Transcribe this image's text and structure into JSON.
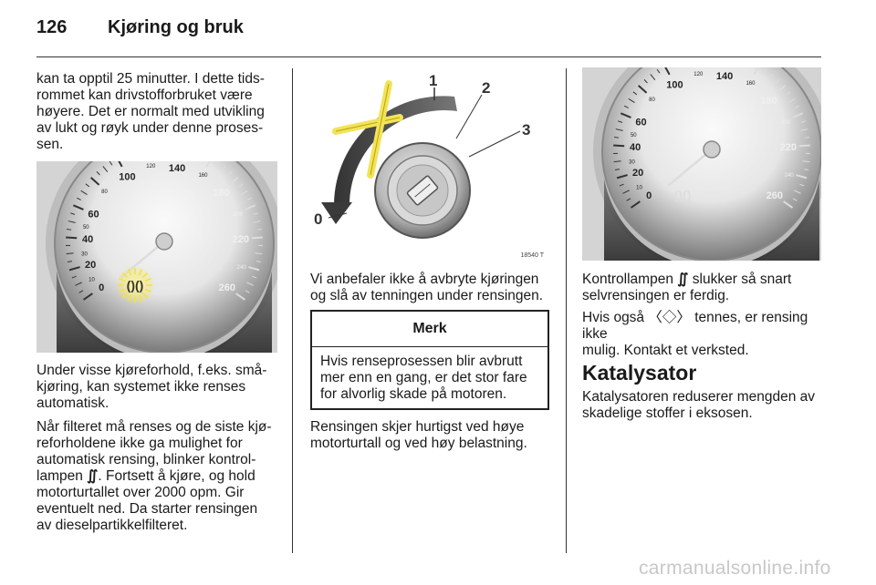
{
  "header": {
    "page_number": "126",
    "title": "Kjøring og bruk"
  },
  "col1": {
    "p1_lines": [
      "kan ta opptil 25 minutter. I dette tids-",
      "rommet kan drivstofforbruket være",
      "høyere. Det er normalt med utvikling",
      "av lukt og røyk under denne proses-",
      "sen."
    ],
    "fig1_id": "18537 T",
    "p2_lines": [
      "Under visse kjøreforhold, f.eks. små-",
      "kjøring, kan systemet ikke renses",
      "automatisk."
    ],
    "p3_lines": [
      "Når filteret må renses og de siste kjø-",
      "reforholdene ikke ga mulighet for",
      "automatisk rensing, blinker kontrol-"
    ],
    "p3_line4_pre": "lampen ",
    "p3_line4_post": ". Fortsett å kjøre, og hold",
    "p3_lines_end": [
      "motorturtallet over 2000 opm. Gir",
      "eventuelt ned. Da starter rensingen",
      "av dieselpartikkelfilteret."
    ]
  },
  "col2": {
    "fig2_id": "18540 T",
    "fig2_labels": {
      "l0": "0",
      "l1": "1",
      "l2": "2",
      "l3": "3"
    },
    "p1_lines": [
      "Vi anbefaler ikke å avbryte kjøringen",
      "og slå av tenningen under rensingen."
    ],
    "note_title": "Merk",
    "note_lines": [
      "Hvis renseprosessen blir avbrutt",
      "mer enn en gang, er det stor fare",
      "for alvorlig skade på motoren."
    ],
    "p2_lines": [
      "Rensingen skjer hurtigst ved høye",
      "motorturtall og ved høy belastning."
    ]
  },
  "col3": {
    "fig3_id": "18538 T",
    "p1_line1_pre": "Kontrollampen ",
    "p1_line1_post": " slukker så snart",
    "p1_line2": "selvrensingen er ferdig.",
    "p2_line1_pre": "Hvis også ",
    "p2_line1_post": " tennes, er rensing ikke",
    "p2_line2": "mulig. Kontakt et verksted.",
    "heading": "Katalysator",
    "p3_lines": [
      "Katalysatoren reduserer mengden av",
      "skadelige stoffer i eksosen."
    ]
  },
  "speedometer": {
    "major_labels": [
      "0",
      "20",
      "40",
      "60",
      "100",
      "140",
      "180",
      "220",
      "260"
    ],
    "minor_labels": [
      "10",
      "30",
      "50",
      "80",
      "120",
      "160",
      "200",
      "240"
    ]
  },
  "watermark": "carmanualsonline.info",
  "colors": {
    "warning_lamp": "#f4e23a",
    "key_cross": "#f2e35a"
  },
  "icons": {
    "dpf_lamp": "dpf-warning-icon",
    "engine_lamp": "engine-check-icon"
  }
}
